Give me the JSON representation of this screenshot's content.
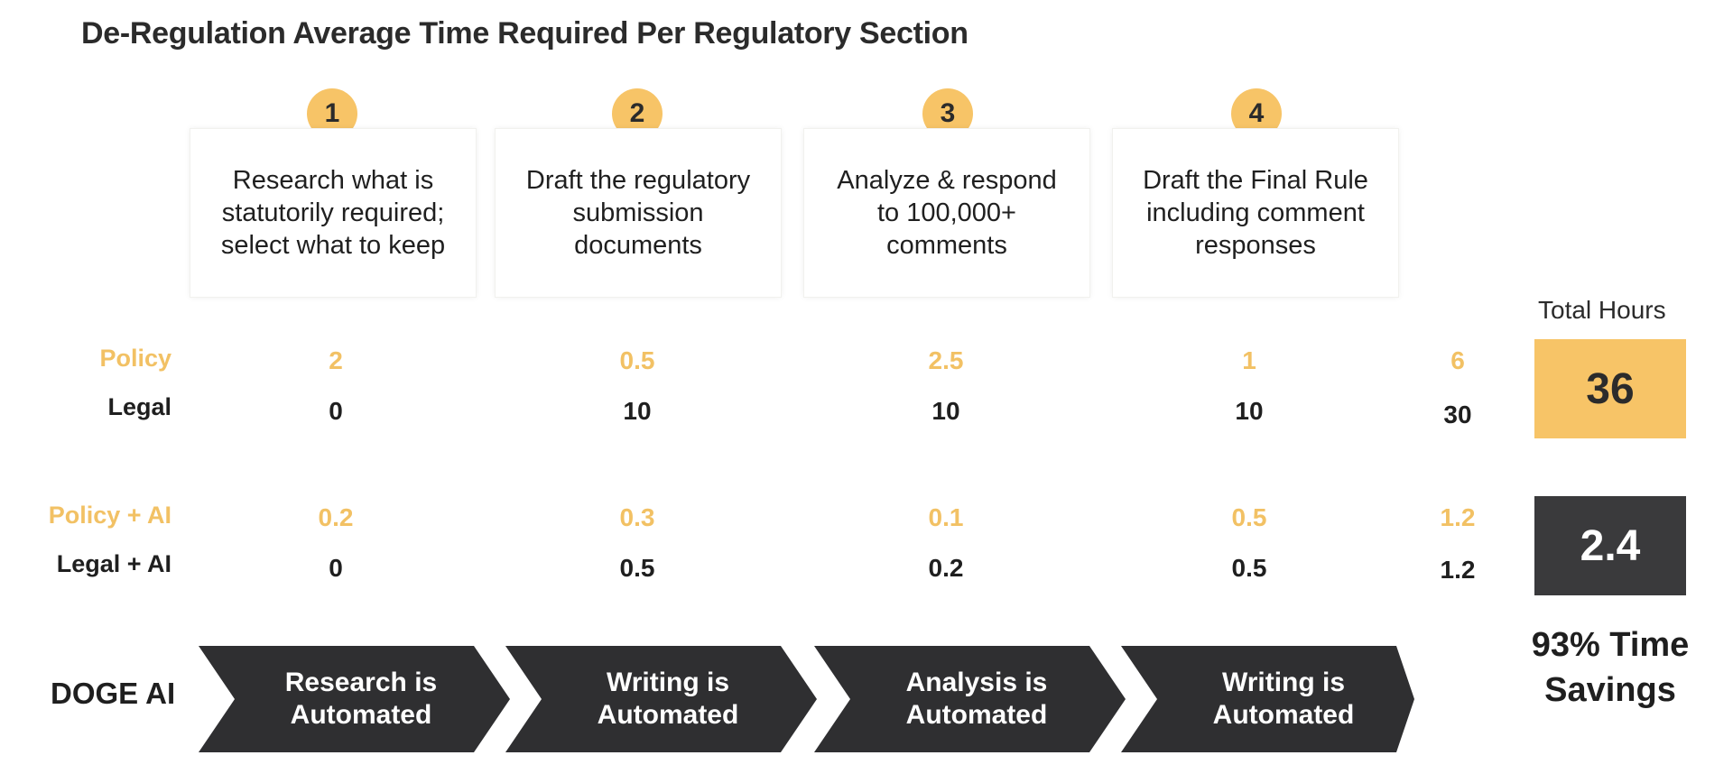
{
  "title": "De-Regulation Average Time Required Per Regulatory Section",
  "colors": {
    "policy": "#f2c164",
    "dark": "#2f2f31",
    "badge": "#f7c467"
  },
  "steps": [
    {
      "number": "1",
      "text": "Research what is statutorily required; select what to keep"
    },
    {
      "number": "2",
      "text": "Draft the regulatory submission documents"
    },
    {
      "number": "3",
      "text": "Analyze & respond to 100,000+ comments"
    },
    {
      "number": "4",
      "text": "Draft the Final Rule including comment responses"
    }
  ],
  "rows": [
    {
      "label": "Policy",
      "values": [
        "2",
        "0.5",
        "2.5",
        "1"
      ],
      "sum": "6"
    },
    {
      "label": "Legal",
      "values": [
        "0",
        "10",
        "10",
        "10"
      ],
      "sum": "30"
    },
    {
      "label": "Policy + AI",
      "values": [
        "0.2",
        "0.3",
        "0.1",
        "0.5"
      ],
      "sum": "1.2"
    },
    {
      "label": "Legal + AI",
      "values": [
        "0",
        "0.5",
        "0.2",
        "0.5"
      ],
      "sum": "1.2"
    }
  ],
  "totals": {
    "label": "Total Hours",
    "without_ai": "36",
    "with_ai": "2.4"
  },
  "savings": {
    "line1": "93% Time",
    "line2": "Savings"
  },
  "doge": {
    "label": "DOGE AI",
    "stages": [
      {
        "line1": "Research is",
        "line2": "Automated"
      },
      {
        "line1": "Writing is",
        "line2": "Automated"
      },
      {
        "line1": "Analysis is",
        "line2": "Automated"
      },
      {
        "line1": "Writing is",
        "line2": "Automated"
      }
    ]
  }
}
